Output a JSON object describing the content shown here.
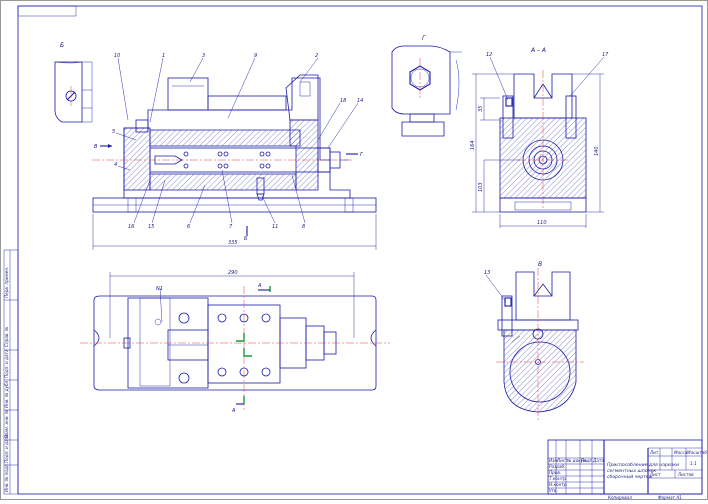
{
  "views": {
    "view_b_label": "Б",
    "view_g_label": "Г",
    "section_aa_label": "А – А",
    "view_v_label": "В"
  },
  "section_arrows": {
    "a_top": "А",
    "a_bottom": "А",
    "v_left": "В",
    "g_right": "Г",
    "b_bottom": "Б"
  },
  "callouts": [
    "1",
    "2",
    "3",
    "4",
    "5",
    "6",
    "7",
    "8",
    "9",
    "10",
    "11",
    "12",
    "13",
    "14",
    "15",
    "16",
    "17",
    "18"
  ],
  "dimensions": {
    "overall_length": "335",
    "plan_length": "290",
    "plan_n": "N1",
    "aa_height_total": "164",
    "aa_height_right": "140",
    "aa_height_lower": "103",
    "aa_top": "35",
    "aa_width": "110"
  },
  "title_block": {
    "title": "Приспособление для нарезки сегментных шпонок сборочный чертеж",
    "stage_header": "Лит.",
    "mass_header": "Масса",
    "scale_header": "Масштаб",
    "scale_value": "1:1",
    "sheet_label": "Лист",
    "sheets_label": "Листов",
    "copied": "Копировал",
    "format": "Формат А1",
    "rows": [
      "Изм.",
      "Лист",
      "№ докум.",
      "Подп.",
      "Дата"
    ],
    "roles": [
      "Разраб.",
      "Пров.",
      "Т.контр.",
      "Н.контр.",
      "Утв."
    ]
  },
  "side_strip": [
    "Перв. примен.",
    "Справ. №",
    "Подп. и дата",
    "Инв. № дубл.",
    "Взам. инв. №",
    "Подп. и дата",
    "Инв. № подл."
  ]
}
